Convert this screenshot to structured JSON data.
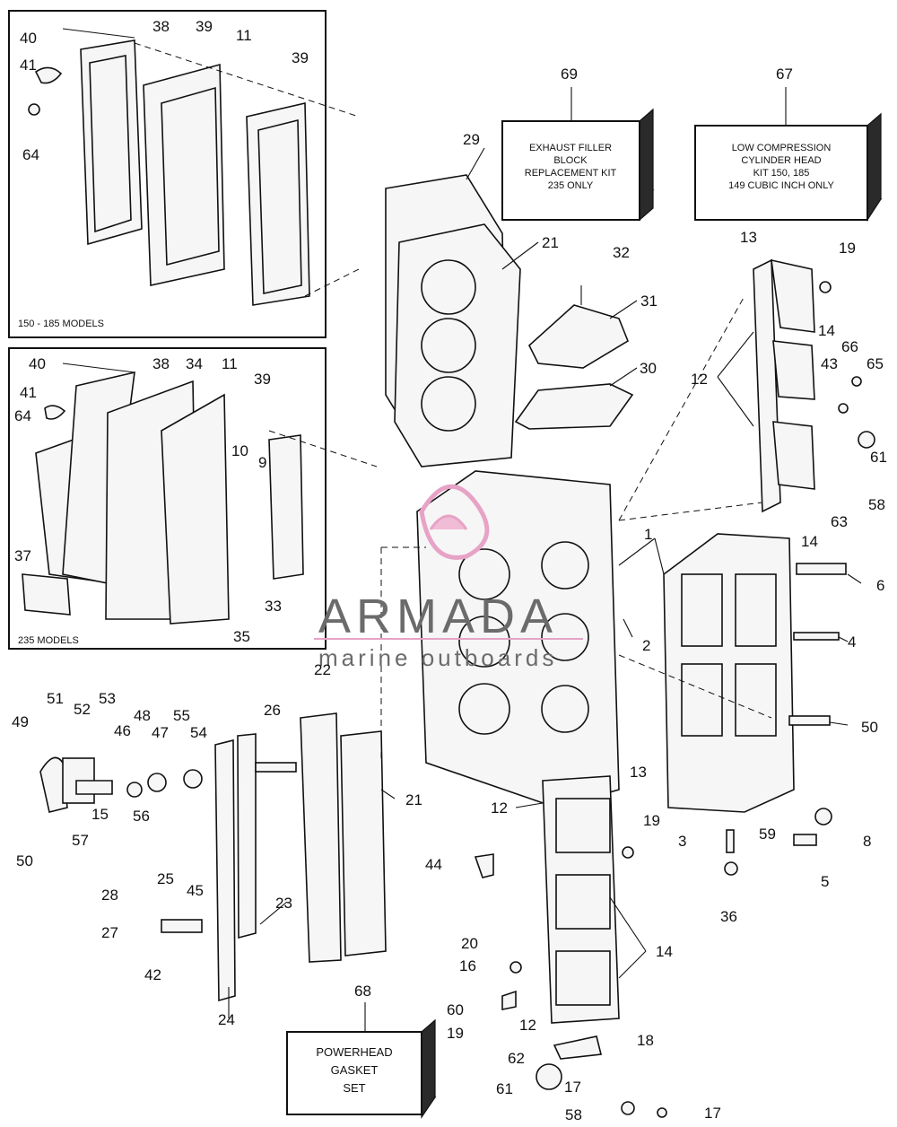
{
  "insets": {
    "top_caption": "150 - 185 MODELS",
    "bottom_caption": "235 MODELS"
  },
  "kits": {
    "exhaust_filler": {
      "number": "69",
      "lines": [
        "EXHAUST FILLER",
        "BLOCK",
        "REPLACEMENT KIT",
        "235 ONLY"
      ]
    },
    "low_compression": {
      "number": "67",
      "lines": [
        "LOW COMPRESSION",
        "CYLINDER HEAD",
        "KIT 150, 185",
        "149 CUBIC INCH ONLY"
      ]
    },
    "powerhead_gasket": {
      "number": "68",
      "lines": [
        "POWERHEAD",
        "GASKET",
        "SET"
      ]
    }
  },
  "watermark": {
    "brand": "ARMADA",
    "tagline": "marine outboards"
  },
  "callouts": [
    "40",
    "38",
    "39",
    "11",
    "39",
    "41",
    "64",
    "40",
    "38",
    "34",
    "11",
    "39",
    "41",
    "64",
    "10",
    "9",
    "37",
    "33",
    "35",
    "29",
    "21",
    "32",
    "31",
    "30",
    "69",
    "67",
    "13",
    "19",
    "14",
    "12",
    "43",
    "66",
    "65",
    "61",
    "58",
    "63",
    "14",
    "1",
    "6",
    "2",
    "4",
    "50",
    "22",
    "26",
    "21",
    "49",
    "51",
    "52",
    "53",
    "46",
    "48",
    "47",
    "55",
    "54",
    "56",
    "50",
    "57",
    "15",
    "28",
    "25",
    "45",
    "27",
    "23",
    "42",
    "24",
    "13",
    "12",
    "19",
    "44",
    "20",
    "16",
    "14",
    "60",
    "19",
    "12",
    "62",
    "61",
    "17",
    "18",
    "58",
    "17",
    "68",
    "3",
    "59",
    "8",
    "5",
    "36"
  ]
}
